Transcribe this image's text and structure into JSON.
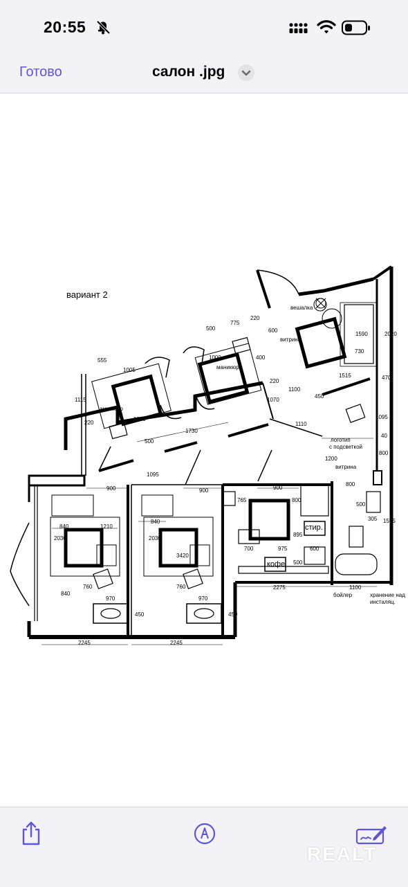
{
  "status": {
    "time": "20:55"
  },
  "nav": {
    "done_label": "Готово",
    "title": "салон .jpg"
  },
  "plan": {
    "variant_label": "вариант 2",
    "labels": {
      "veshalka": "вешалка",
      "vitrina_top": "витрина",
      "vitrina_right": "витрина",
      "manikur_left": "маникюр",
      "manikur_mid": "маникюр",
      "logotip_line1": "логотип",
      "logotip_line2": "с подсветкой",
      "stir": "стир.",
      "kofe": "кофе",
      "boiler": "бойлер",
      "storage_line1": "хранение над",
      "storage_line2": "инсталяц."
    },
    "dims": {
      "d500a": "500",
      "d775": "775",
      "d220a": "220",
      "d600": "600",
      "d1590": "1590",
      "d2020": "2020",
      "d730": "730",
      "d555": "555",
      "d1005a": "1005",
      "d400": "400",
      "d1000b": "1000",
      "d220b": "220",
      "d1515": "1515",
      "d470": "470",
      "d1100a": "1100",
      "d1070": "1070",
      "d450a": "450",
      "d1115": "1115",
      "d220c": "220",
      "d1000c": "1000",
      "d500b": "500",
      "d1730": "1730",
      "d1110": "1110",
      "d1095a": "1095",
      "d40": "40",
      "d1095b": "1095",
      "d800a": "800",
      "d1200": "1200",
      "d900a": "900",
      "d900b": "900",
      "d900c": "900",
      "d800b": "800",
      "d765": "765",
      "d800c": "800",
      "d500c": "500",
      "d305": "305",
      "d1595": "1595",
      "d840a": "840",
      "d1210": "1210",
      "d840b": "840",
      "d2030a": "2030",
      "d2030b": "2030",
      "d3420": "3420",
      "d895": "895",
      "d700": "700",
      "d975": "975",
      "d600b": "600",
      "d500d": "500",
      "d840c": "840",
      "d760a": "760",
      "d760b": "760",
      "d970a": "970",
      "d970b": "970",
      "d450b": "450",
      "d450c": "450",
      "d2275": "2275",
      "d1100b": "1100",
      "d2245a": "2245",
      "d2245b": "2245"
    }
  },
  "toolbar": {
    "watermark": "REALT"
  }
}
